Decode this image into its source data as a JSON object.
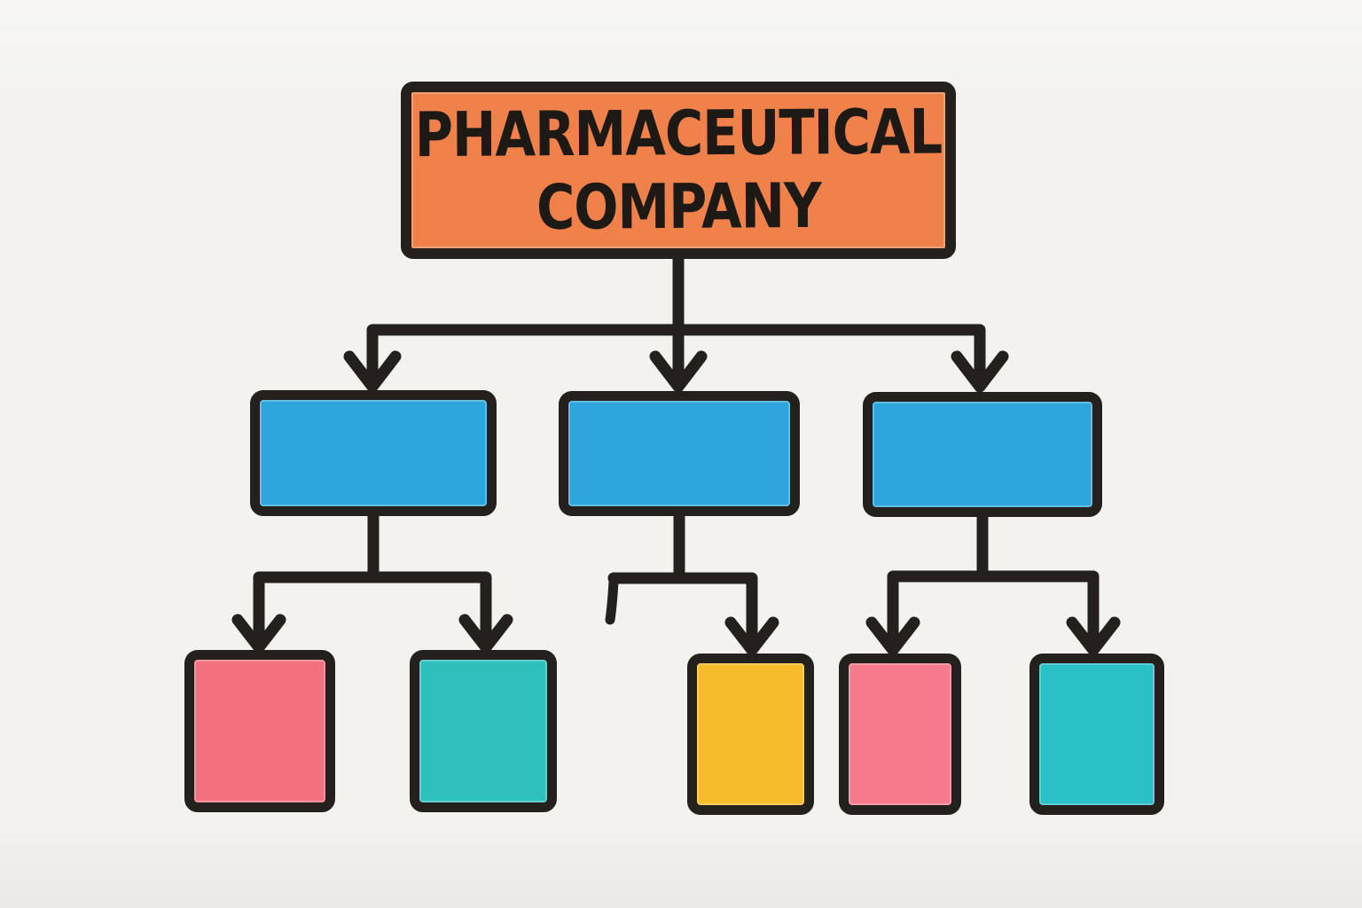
{
  "diagram": {
    "type": "org-chart",
    "style": "hand-drawn-marker",
    "root": {
      "id": "pharmaceutical-company",
      "label_line1": "PHARMACEUTICAL",
      "label_line2": "COMPANY",
      "color_key": "orange"
    },
    "level2_nodes": [
      {
        "id": "division-1",
        "label": "",
        "color_key": "blue"
      },
      {
        "id": "division-2",
        "label": "",
        "color_key": "blue"
      },
      {
        "id": "division-3",
        "label": "",
        "color_key": "blue"
      }
    ],
    "level3_nodes": [
      {
        "id": "unit-1",
        "label": "",
        "color_key": "pink"
      },
      {
        "id": "unit-2",
        "label": "",
        "color_key": "teal"
      },
      {
        "id": "unit-3",
        "label": "",
        "color_key": "yellow"
      },
      {
        "id": "unit-4",
        "label": "",
        "color_key": "pink2"
      },
      {
        "id": "unit-5",
        "label": "",
        "color_key": "teal2"
      }
    ],
    "edges": [
      {
        "from": "pharmaceutical-company",
        "to": "division-1",
        "arrowhead": true
      },
      {
        "from": "pharmaceutical-company",
        "to": "division-2",
        "arrowhead": true
      },
      {
        "from": "pharmaceutical-company",
        "to": "division-3",
        "arrowhead": true
      },
      {
        "from": "division-1",
        "to": "unit-1",
        "arrowhead": true
      },
      {
        "from": "division-1",
        "to": "unit-2",
        "arrowhead": true
      },
      {
        "from": "division-2",
        "to": "unit-3",
        "arrowhead": true
      },
      {
        "from": "division-2",
        "to": "unfinished-stub",
        "arrowhead": false
      },
      {
        "from": "division-3",
        "to": "unit-4",
        "arrowhead": true
      },
      {
        "from": "division-3",
        "to": "unit-5",
        "arrowhead": true
      }
    ]
  },
  "colors": {
    "bg": "#F3F2EF",
    "line": "#24211D",
    "orange": "#F0814A",
    "blue": "#2FA6DB",
    "pink": "#F3717F",
    "pink2": "#F57A8C",
    "teal": "#2FC0BE",
    "teal2": "#2BBFC6",
    "yellow": "#F6BC2B",
    "text": "#1D1A16"
  }
}
